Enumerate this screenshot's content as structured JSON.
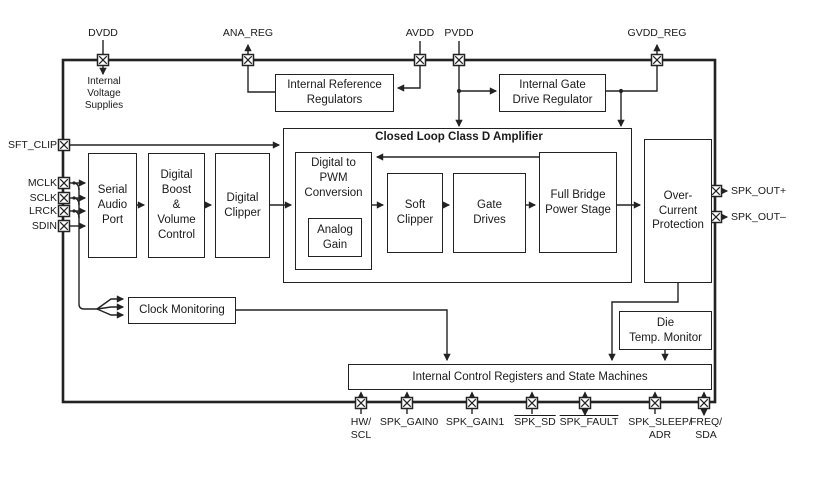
{
  "colors": {
    "line": "#222222",
    "text": "#1a1a1a",
    "background": "#ffffff",
    "pin_fill": "#ffffff"
  },
  "chip": {
    "amplifier_title": "Closed Loop Class D Amplifier",
    "supply_note": "Internal\nVoltage\nSupplies",
    "blocks": {
      "internal_reference_regulators": "Internal Reference\nRegulators",
      "internal_gate_drive_regulator": "Internal Gate\nDrive Regulator",
      "serial_audio_port": "Serial\nAudio\nPort",
      "digital_boost_volume_control": "Digital\nBoost\n&\nVolume\nControl",
      "digital_clipper": "Digital\nClipper",
      "digital_to_pwm_conversion": "Digital to\nPWM\nConversion",
      "analog_gain": "Analog\nGain",
      "soft_clipper": "Soft\nClipper",
      "gate_drives": "Gate\nDrives",
      "full_bridge_power_stage": "Full Bridge\nPower Stage",
      "over_current_protection": "Over-\nCurrent\nProtection",
      "clock_monitoring": "Clock Monitoring",
      "die_temp_monitor": "Die\nTemp. Monitor",
      "internal_control_registers": "Internal Control Registers and State Machines"
    },
    "pins": {
      "top": [
        "DVDD",
        "ANA_REG",
        "AVDD",
        "PVDD",
        "GVDD_REG"
      ],
      "left": [
        "SFT_CLIP",
        "MCLK",
        "SCLK",
        "LRCK",
        "SDIN"
      ],
      "right": [
        "SPK_OUT+",
        "SPK_OUT–"
      ],
      "bottom": [
        "HW/\nSCL",
        "SPK_GAIN0",
        "SPK_GAIN1",
        "SPK_SD",
        "SPK_FAULT",
        "SPK_SLEEP/\nADR",
        "FREQ/\nSDA"
      ]
    }
  }
}
